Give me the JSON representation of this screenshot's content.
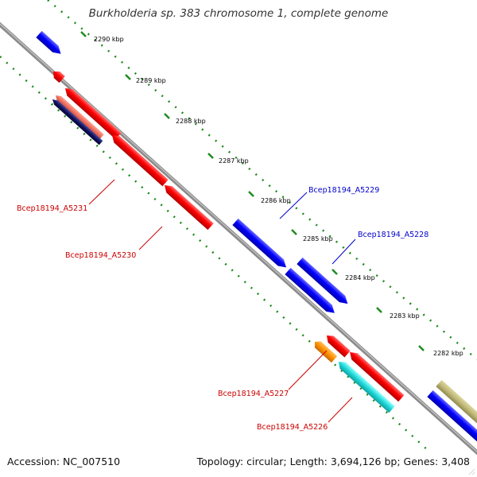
{
  "title": "Burkholderia sp. 383 chromosome 1, complete genome",
  "footer": {
    "accession": "Accession: NC_007510",
    "summary": "Topology: circular; Length: 3,694,126 bp; Genes: 3,408"
  },
  "colors": {
    "backbone": "#8c8c8c",
    "tick": "#1e8a1e",
    "reverse_label": "#cc0000",
    "forward_label": "#0000cc"
  },
  "ticks": [
    "2290 kbp",
    "2289 kbp",
    "2288 kbp",
    "2287 kbp",
    "2286 kbp",
    "2285 kbp",
    "2284 kbp",
    "2283 kbp",
    "2282 kbp"
  ],
  "labels": {
    "A5231": "Bcep18194_A5231",
    "A5230": "Bcep18194_A5230",
    "A5229": "Bcep18194_A5229",
    "A5228": "Bcep18194_A5228",
    "A5227": "Bcep18194_A5227",
    "A5226": "Bcep18194_A5226"
  }
}
